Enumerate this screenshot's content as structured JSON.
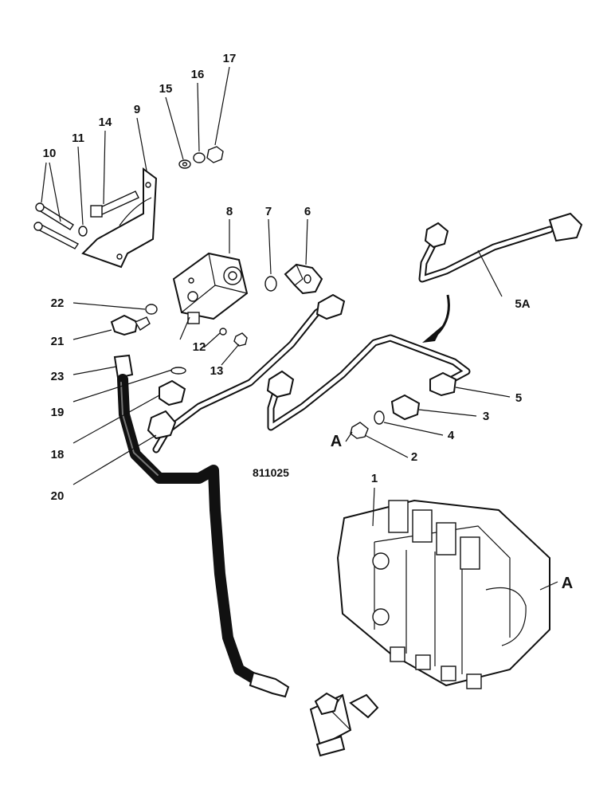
{
  "drawing": {
    "reference_number": "811025",
    "section_marker": "A",
    "callouts": [
      "1",
      "2",
      "3",
      "4",
      "5",
      "5A",
      "6",
      "7",
      "8",
      "9",
      "10",
      "11",
      "12",
      "13",
      "14",
      "15",
      "16",
      "17",
      "18",
      "19",
      "20",
      "21",
      "22",
      "23"
    ]
  }
}
